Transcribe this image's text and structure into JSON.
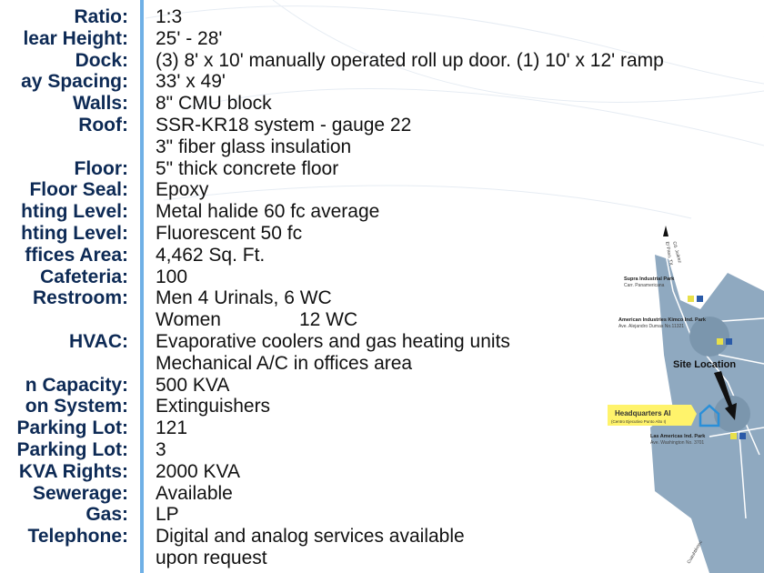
{
  "specs": {
    "labels": [
      "Ratio:",
      "lear Height:",
      "Dock:",
      "ay Spacing:",
      "Walls:",
      "Roof:",
      "",
      "Floor:",
      "Floor Seal:",
      "hting Level:",
      "hting Level:",
      "ffices Area:",
      "Cafeteria:",
      "Restroom:",
      "",
      "HVAC:",
      "",
      "n Capacity:",
      "on System:",
      "Parking Lot:",
      "Parking Lot:",
      "KVA Rights:",
      "Sewerage:",
      "Gas:",
      "Telephone:",
      ""
    ],
    "values": [
      "1:3",
      "25' - 28'",
      "(3)  8' x 10' manually operated roll up door. (1)  10' x 12' ramp",
      "33' x 49'",
      "8\" CMU block",
      "SSR-KR18 system - gauge 22",
      "3\" fiber glass insulation",
      "5\" thick concrete floor",
      "Epoxy",
      "Metal halide 60 fc average",
      "Fluorescent 50 fc",
      "4,462 Sq. Ft.",
      "100",
      "Men 4 Urinals,  6 WC",
      "",
      "Evaporative coolers and gas heating units",
      "Mechanical A/C in offices area",
      "500 KVA",
      "Extinguishers",
      "121",
      "3",
      "2000 KVA",
      "Available",
      "LP",
      "Digital and analog services available",
      "upon request"
    ],
    "women_label": "Women",
    "women_value": "12 WC"
  },
  "map": {
    "road_label_1": "El Paso, TX",
    "road_label_2": "Cd. Juárez",
    "parks": [
      {
        "name": "Supra Industrial Park",
        "address": "Carr. Panamericana"
      },
      {
        "name": "American Industries Kimco Ind. Park",
        "address": "Ave. Alejandro Dumas No.11321"
      },
      {
        "name": "Las Americas Ind. Park",
        "address": "Ave. Washington No. 3701"
      }
    ],
    "site_location": "Site Location",
    "headquarters": "Headquarters AI",
    "headquarters_sub": "(Centro Ejecutivo Punto Alto I)",
    "road_bottom": "Cuauhtémoc",
    "colors": {
      "land": "#8fa9c0",
      "highlight": "#fff36b",
      "label": "#0d2a55",
      "house": "#2a8fd8"
    }
  }
}
